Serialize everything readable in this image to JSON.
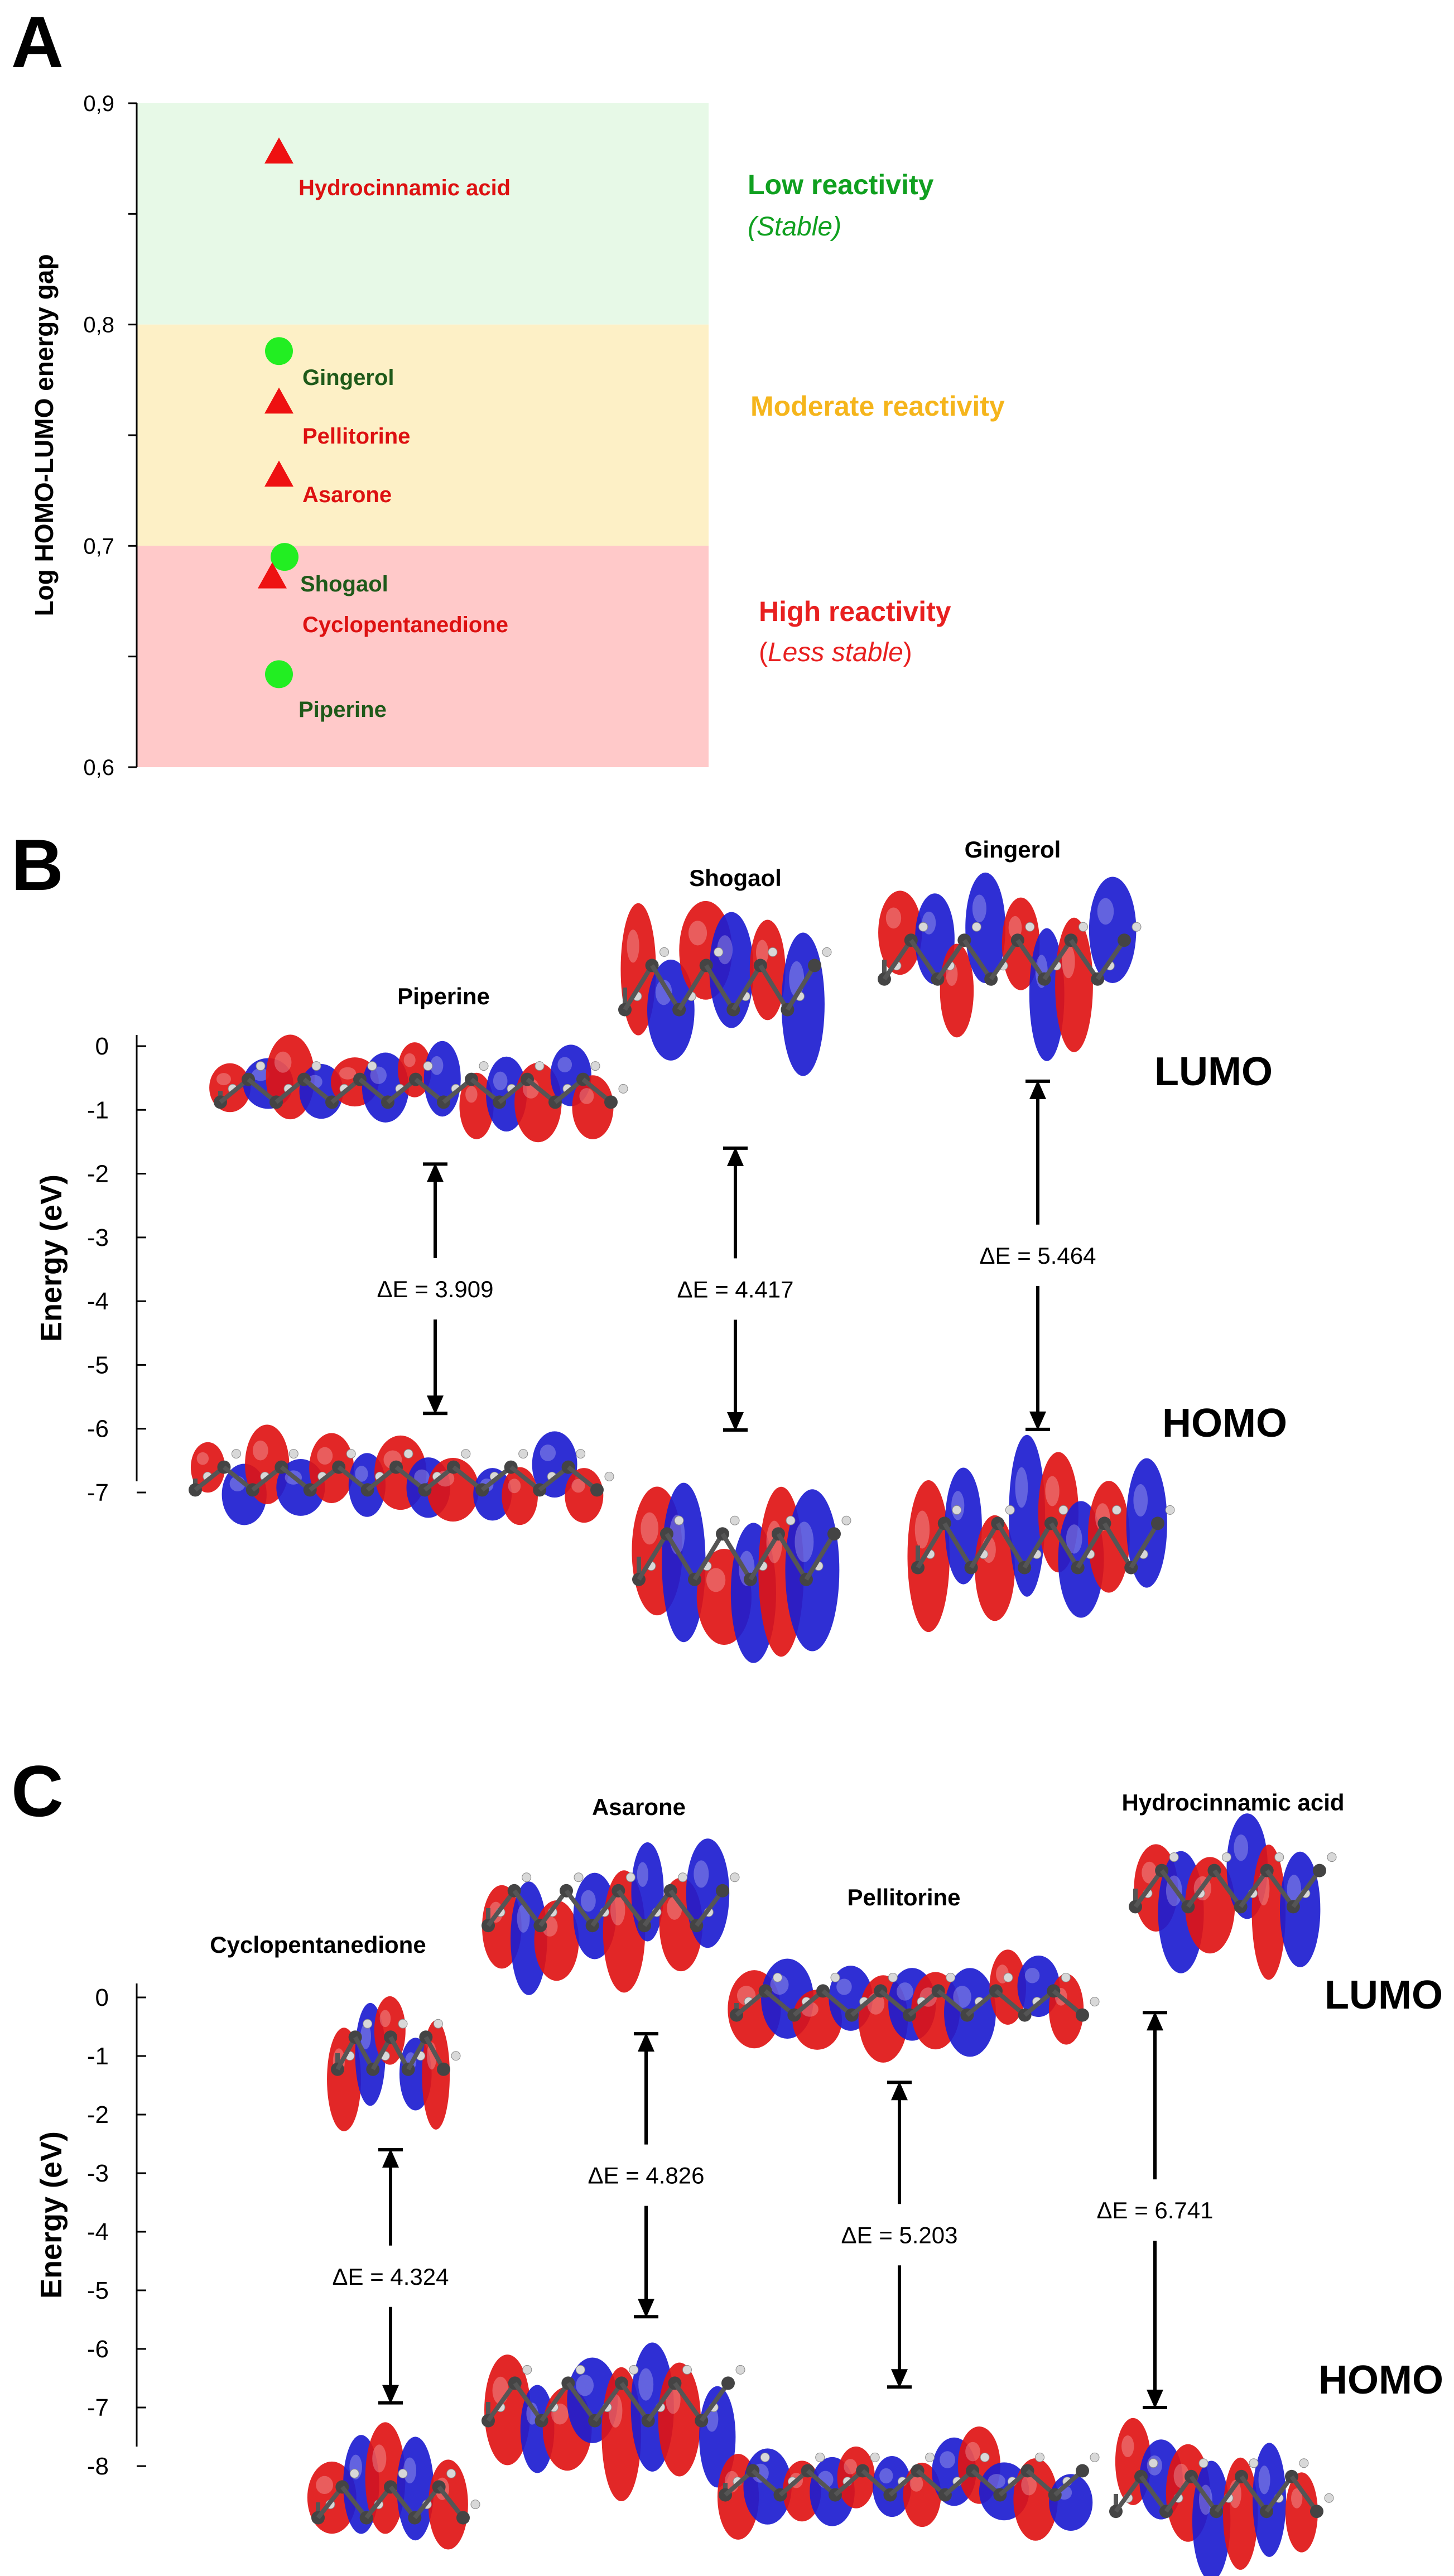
{
  "panels": {
    "a": {
      "label": "A"
    },
    "b": {
      "label": "B"
    },
    "c": {
      "label": "C"
    }
  },
  "colors": {
    "green_marker": "#22ee22",
    "red_marker": "#ee1111",
    "green_label": "#1f5a1a",
    "red_label": "#dd1111",
    "band_low": "#e7f9e7",
    "band_moderate": "#fdf0c6",
    "band_high": "#ffc9c9",
    "low_text": "#10a020",
    "moderate_text": "#f5b51c",
    "high_text": "#e82020",
    "orbital_red": "#e01515",
    "orbital_blue": "#1d1dd0"
  },
  "chart_data": [
    {
      "id": "A",
      "type": "scatter",
      "ylabel": "Log HOMO-LUMO energy gap",
      "ylim": [
        0.6,
        0.9
      ],
      "yticks": [
        "0,6",
        "0,7",
        "0,8",
        "0,9"
      ],
      "grid": false,
      "bands": [
        {
          "from": 0.8,
          "to": 0.9,
          "title": "Low reactivity",
          "subtitle": "(Stable)"
        },
        {
          "from": 0.7,
          "to": 0.8,
          "title": "Moderate reactivity",
          "subtitle": ""
        },
        {
          "from": 0.6,
          "to": 0.7,
          "title": "High reactivity",
          "subtitle_prefix": "(",
          "subtitle_em": "Less stable",
          "subtitle_suffix": ")"
        }
      ],
      "points": [
        {
          "name": "Hydrocinnamic acid",
          "y": 0.878,
          "marker": "triangle",
          "color": "red"
        },
        {
          "name": "Gingerol",
          "y": 0.788,
          "marker": "circle",
          "color": "green"
        },
        {
          "name": "Pellitorine",
          "y": 0.765,
          "marker": "triangle",
          "color": "red"
        },
        {
          "name": "Asarone",
          "y": 0.732,
          "marker": "triangle",
          "color": "red"
        },
        {
          "name": "Shogaol",
          "y": 0.695,
          "marker": "circle",
          "color": "green"
        },
        {
          "name": "Cyclopentanedione",
          "y": 0.686,
          "marker": "triangle",
          "color": "red"
        },
        {
          "name": "Piperine",
          "y": 0.642,
          "marker": "circle",
          "color": "green"
        }
      ]
    },
    {
      "id": "B",
      "type": "scatter",
      "ylabel": "Energy  (eV)",
      "ylim": [
        -7,
        0
      ],
      "yticks": [
        "0",
        "-1",
        "-2",
        "-3",
        "-4",
        "-5",
        "-6",
        "-7"
      ],
      "level_labels": {
        "lumo": "LUMO",
        "homo": "HOMO"
      },
      "compounds": [
        {
          "name": "Piperine",
          "lumo": -1.85,
          "homo": -5.76,
          "gap_label": "ΔE = 3.909"
        },
        {
          "name": "Shogaol",
          "lumo": -1.6,
          "homo": -6.02,
          "gap_label": "ΔE = 4.417"
        },
        {
          "name": "Gingerol",
          "lumo": -0.55,
          "homo": -6.01,
          "gap_label": "ΔE = 5.464"
        }
      ]
    },
    {
      "id": "C",
      "type": "scatter",
      "ylabel": "Energy (eV)",
      "ylim": [
        -8,
        0
      ],
      "yticks": [
        "0",
        "-1",
        "-2",
        "-3",
        "-4",
        "-5",
        "-6",
        "-7",
        "-8"
      ],
      "level_labels": {
        "lumo": "LUMO",
        "homo": "HOMO"
      },
      "compounds": [
        {
          "name": "Cyclopentanedione",
          "lumo": -2.6,
          "homo": -6.92,
          "gap_label": "ΔE = 4.324"
        },
        {
          "name": "Asarone",
          "lumo": -0.62,
          "homo": -5.45,
          "gap_label": "ΔE = 4.826"
        },
        {
          "name": "Pellitorine",
          "lumo": -1.45,
          "homo": -6.65,
          "gap_label": "ΔE = 5.203"
        },
        {
          "name": "Hydrocinnamic acid",
          "lumo": -0.26,
          "homo": -7.0,
          "gap_label": "ΔE = 6.741"
        }
      ]
    }
  ]
}
